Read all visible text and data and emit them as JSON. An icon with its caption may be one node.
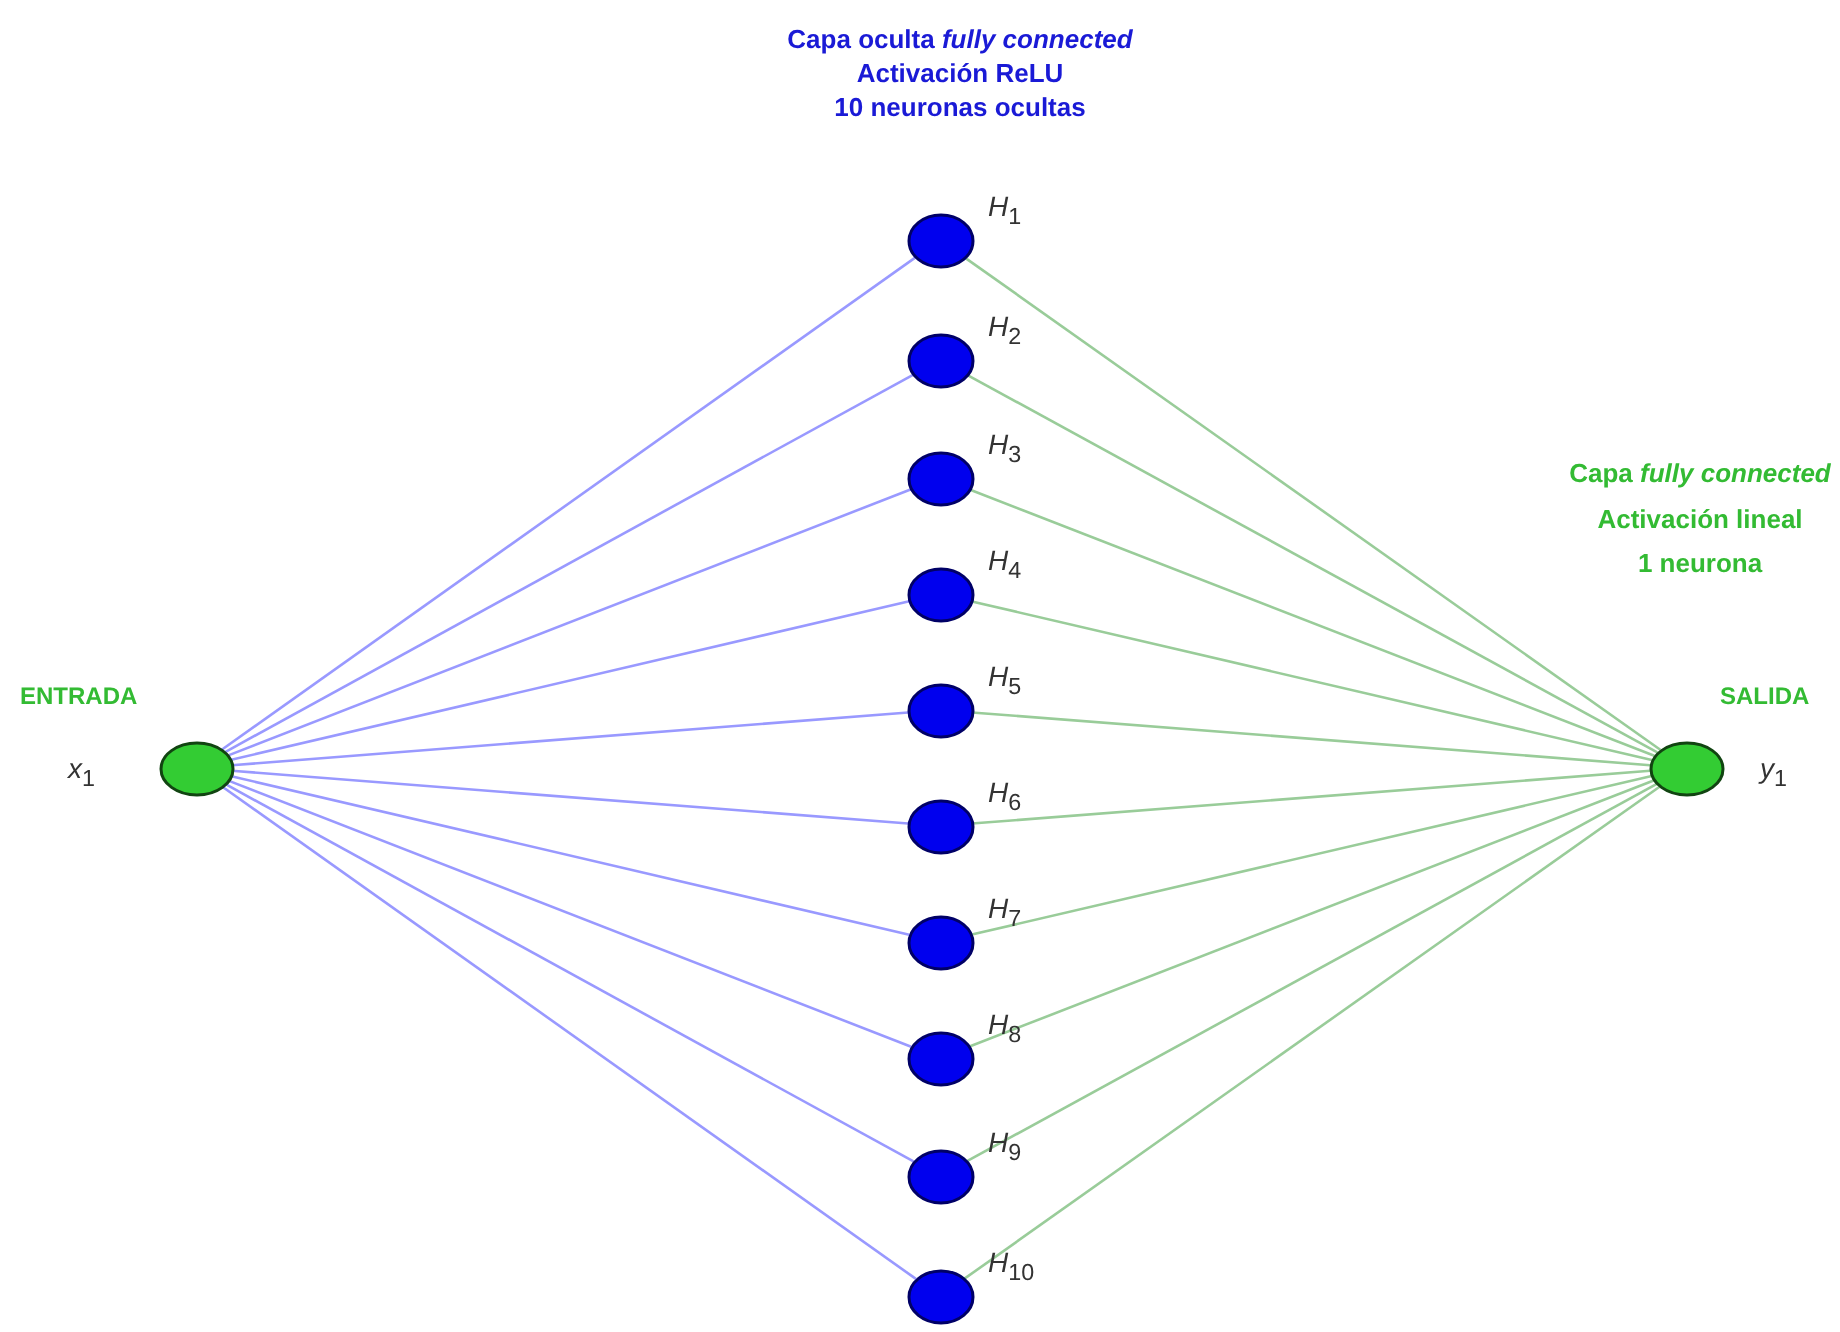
{
  "diagram": {
    "nodes": [
      {
        "text": [],
        "shape": "circle",
        "beside": [
          "ENTRADA",
          "*x*$_{1}$"
        ]
      },
      {
        "text": [],
        "shape": "circle",
        "beside": [
          "*H*$_{1}$"
        ]
      },
      {
        "text": [],
        "shape": "circle",
        "beside": [
          "*H*$_{2}$"
        ]
      },
      {
        "text": [],
        "shape": "circle",
        "beside": [
          "*H*$_{3}$"
        ]
      },
      {
        "text": [],
        "shape": "circle",
        "beside": [
          "*H*$_{4}$"
        ]
      },
      {
        "text": [],
        "shape": "circle",
        "beside": [
          "*H*$_{5}$"
        ]
      },
      {
        "text": [],
        "shape": "circle",
        "beside": [
          "*H*$_{6}$"
        ]
      },
      {
        "text": [],
        "shape": "circle",
        "beside": [
          "*H*$_{7}$"
        ]
      },
      {
        "text": [],
        "shape": "circle",
        "beside": [
          "*H*$_{8}$"
        ]
      },
      {
        "text": [],
        "shape": "circle",
        "beside": [
          "*H*$_{9}$"
        ]
      },
      {
        "text": [],
        "shape": "circle",
        "beside": [
          "*H*$_{10}$"
        ]
      },
      {
        "text": [],
        "shape": "circle",
        "beside": [
          "SALIDA",
          "*y*$_{1}$"
        ]
      }
    ],
    "edges": [
      {
        "from": 0,
        "to": 1,
        "arrow": "none",
        "color": "#9999ff"
      },
      {
        "from": 0,
        "to": 2,
        "arrow": "none",
        "color": "#9999ff"
      },
      {
        "from": 0,
        "to": 3,
        "arrow": "none",
        "color": "#9999ff"
      },
      {
        "from": 0,
        "to": 4,
        "arrow": "none",
        "color": "#9999ff"
      },
      {
        "from": 0,
        "to": 5,
        "arrow": "none",
        "color": "#9999ff"
      },
      {
        "from": 0,
        "to": 6,
        "arrow": "none",
        "color": "#9999ff"
      },
      {
        "from": 0,
        "to": 7,
        "arrow": "none",
        "color": "#9999ff"
      },
      {
        "from": 0,
        "to": 8,
        "arrow": "none",
        "color": "#9999ff"
      },
      {
        "from": 0,
        "to": 9,
        "arrow": "none",
        "color": "#9999ff"
      },
      {
        "from": 0,
        "to": 10,
        "arrow": "none",
        "color": "#9999ff"
      },
      {
        "from": 1,
        "to": 11,
        "arrow": "none",
        "color": "#99cc99"
      },
      {
        "from": 2,
        "to": 11,
        "arrow": "none",
        "color": "#99cc99"
      },
      {
        "from": 3,
        "to": 11,
        "arrow": "none",
        "color": "#99cc99"
      },
      {
        "from": 4,
        "to": 11,
        "arrow": "none",
        "color": "#99cc99"
      },
      {
        "from": 5,
        "to": 11,
        "arrow": "none",
        "color": "#99cc99"
      },
      {
        "from": 6,
        "to": 11,
        "arrow": "none",
        "color": "#99cc99"
      },
      {
        "from": 7,
        "to": 11,
        "arrow": "none",
        "color": "#99cc99"
      },
      {
        "from": 8,
        "to": 11,
        "arrow": "none",
        "color": "#99cc99"
      },
      {
        "from": 9,
        "to": 11,
        "arrow": "none",
        "color": "#99cc99"
      },
      {
        "from": 10,
        "to": 11,
        "arrow": "none",
        "color": "#99cc99"
      }
    ],
    "labels": [
      "Capa oculta *fully connected*",
      "Activación ReLU",
      "10 neuronas ocultas",
      "Capa *fully connected*",
      "Activación lineal",
      "1 neurona"
    ]
  }
}
